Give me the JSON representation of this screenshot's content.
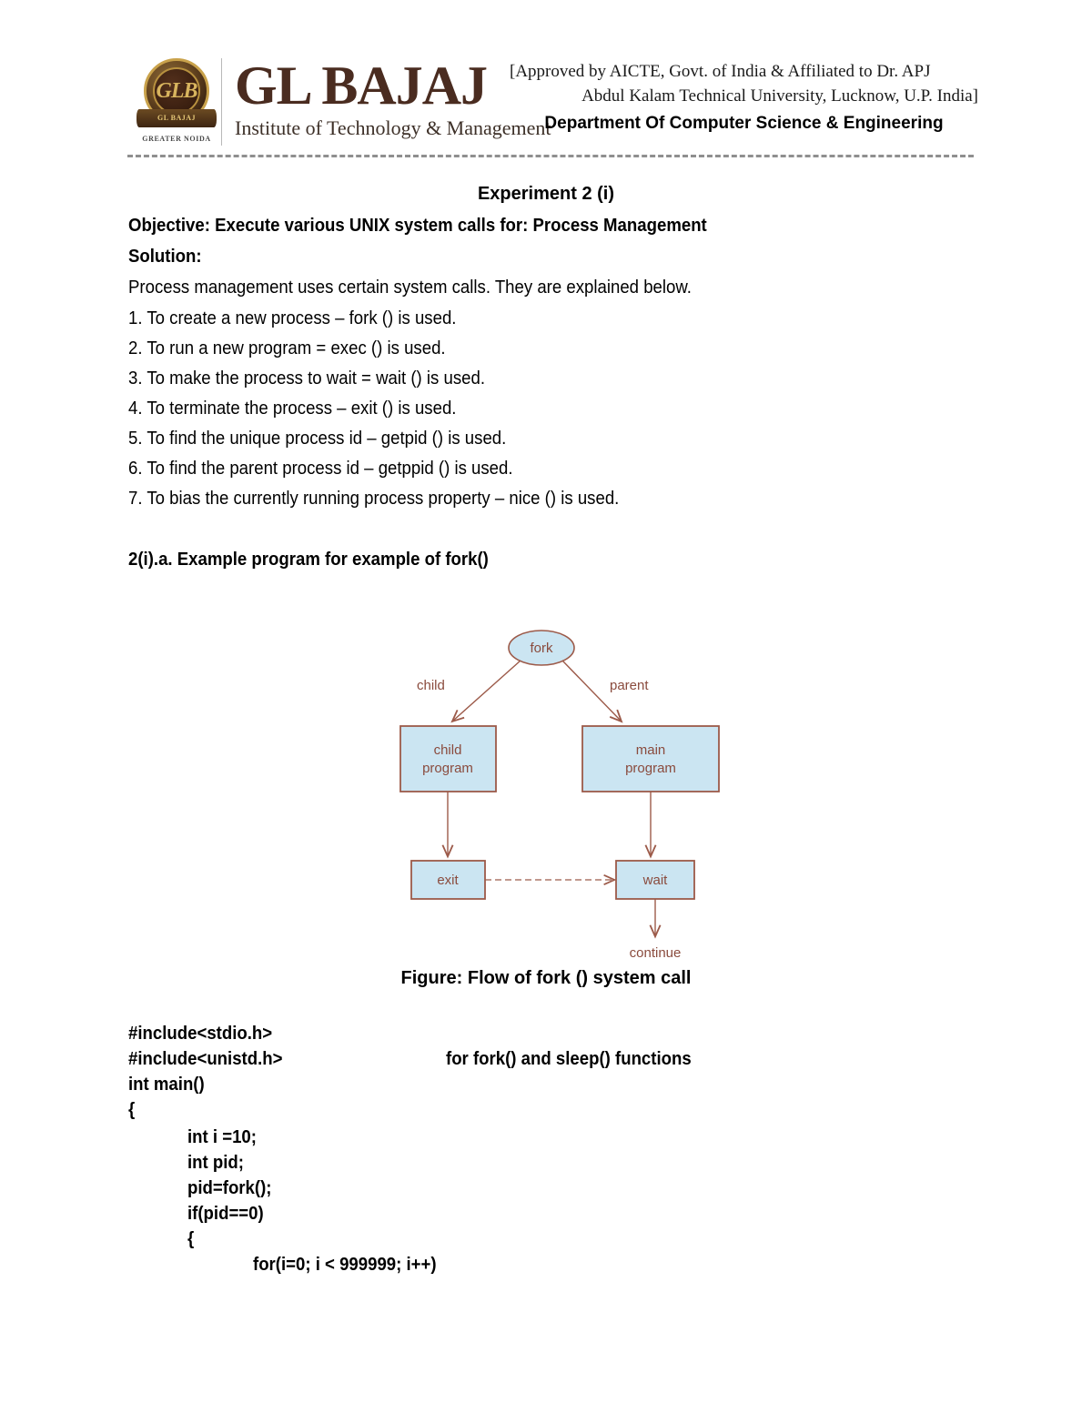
{
  "letterhead": {
    "crest_monogram": "GLB",
    "crest_ribbon": "GL BAJAJ",
    "crest_subtitle": "GREATER NOIDA",
    "wordmark": "GL BAJAJ",
    "tagline": "Institute of Technology & Management",
    "approval_line_1": "[Approved by AICTE, Govt. of India & Affiliated to Dr.   APJ",
    "approval_line_2": "Abdul Kalam Technical University, Lucknow, U.P. India]",
    "department": "Department Of Computer Science & Engineering"
  },
  "document": {
    "experiment_title": "Experiment 2 (i)",
    "objective": "Objective: Execute various UNIX system calls for: Process Management",
    "solution_label": "Solution:",
    "intro": "Process management uses certain system calls. They are explained below.",
    "syscalls": [
      "1. To create a new process – fork () is used.",
      "2. To run a new program = exec () is used.",
      "3. To make the process to wait = wait () is used.",
      "4. To terminate the process – exit () is used.",
      "5. To find the unique process id – getpid () is used.",
      "6. To find the parent process id – getppid () is used.",
      "7. To bias the currently running process property – nice () is used."
    ],
    "example_heading": "2(i).a. Example program for example of fork()",
    "figure_caption": "Figure: Flow of fork () system call"
  },
  "diagram": {
    "title": "Flow of fork () system call",
    "fill_color": "#cbe5f2",
    "stroke_color": "#9c5a49",
    "text_color": "#8a4b3d",
    "nodes": [
      {
        "id": "fork",
        "label": "fork",
        "shape": "ellipse"
      },
      {
        "id": "child_program",
        "label_line_1": "child",
        "label_line_2": "program",
        "shape": "rect"
      },
      {
        "id": "main_program",
        "label_line_1": "main",
        "label_line_2": "program",
        "shape": "rect"
      },
      {
        "id": "exit",
        "label": "exit",
        "shape": "rect"
      },
      {
        "id": "wait",
        "label": "wait",
        "shape": "rect"
      }
    ],
    "edge_labels": {
      "child": "child",
      "parent": "parent",
      "continue": "continue"
    }
  },
  "code": {
    "lines": [
      {
        "text": "#include<stdio.h>",
        "indent": 0
      },
      {
        "text": "#include<unistd.h>",
        "indent": 0,
        "comment": "for fork() and sleep() functions"
      },
      {
        "text": "int main()",
        "indent": 0
      },
      {
        "text": "{",
        "indent": 0
      },
      {
        "text": "int i =10;",
        "indent": 1
      },
      {
        "text": "int pid;",
        "indent": 1
      },
      {
        "text": "pid=fork();",
        "indent": 1
      },
      {
        "text": "if(pid==0)",
        "indent": 1
      },
      {
        "text": "{",
        "indent": 1
      },
      {
        "text": "for(i=0; i < 999999; i++)",
        "indent": 2
      }
    ]
  }
}
